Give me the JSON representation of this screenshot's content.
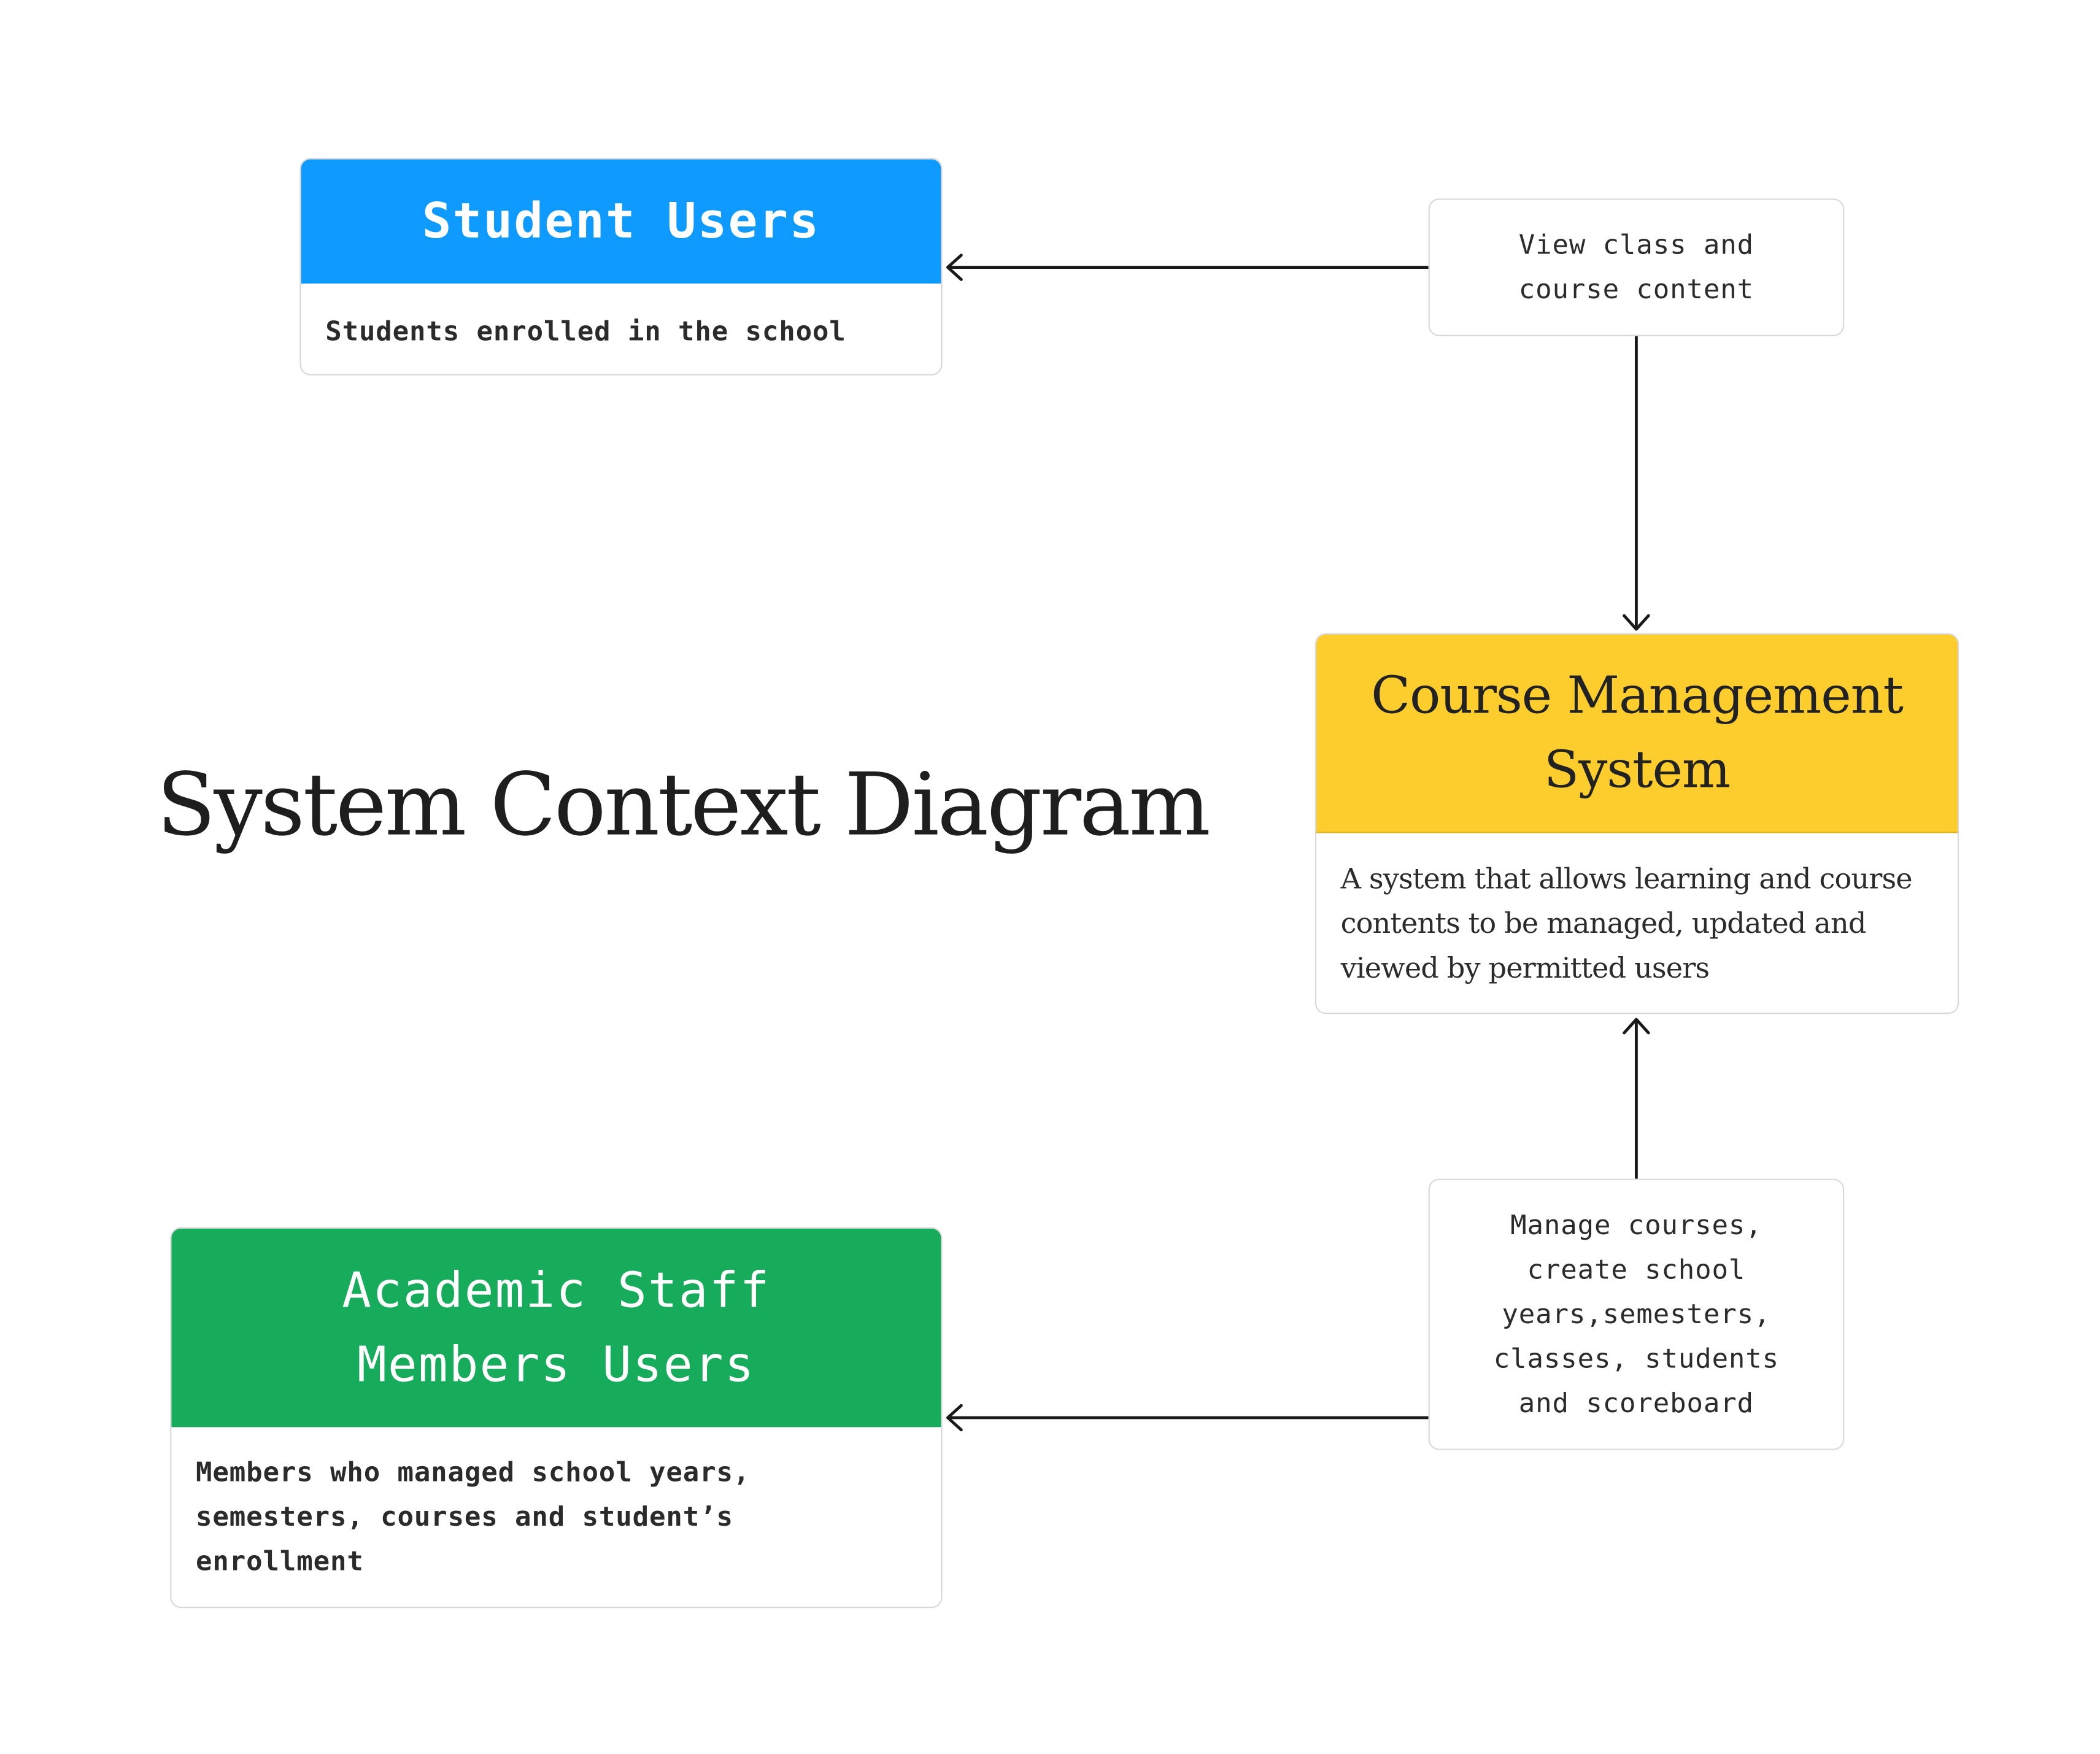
{
  "page": {
    "title": "System Context Diagram"
  },
  "student_users": {
    "title": "Student Users",
    "description": "Students enrolled in the school",
    "header_color": "#0f9aff"
  },
  "course_system": {
    "title": "Course Management\nSystem",
    "description": "A system that allows learning and course contents to be managed, updated and viewed by permitted users",
    "header_color": "#fdcd2e"
  },
  "academic_staff": {
    "title": "Academic Staff\nMembers Users",
    "description": "Members who managed school years,\nsemesters, courses and student’s\nenrollment",
    "header_color": "#17ac5c"
  },
  "relations": {
    "view_content": "View class and\ncourse content",
    "manage_courses": "Manage courses,\ncreate school\nyears,semesters,\nclasses, students\nand scoreboard"
  },
  "colors": {
    "arrow": "#1a1a1a",
    "card_border": "#d9d9d9",
    "text": "#2b2b2b"
  }
}
